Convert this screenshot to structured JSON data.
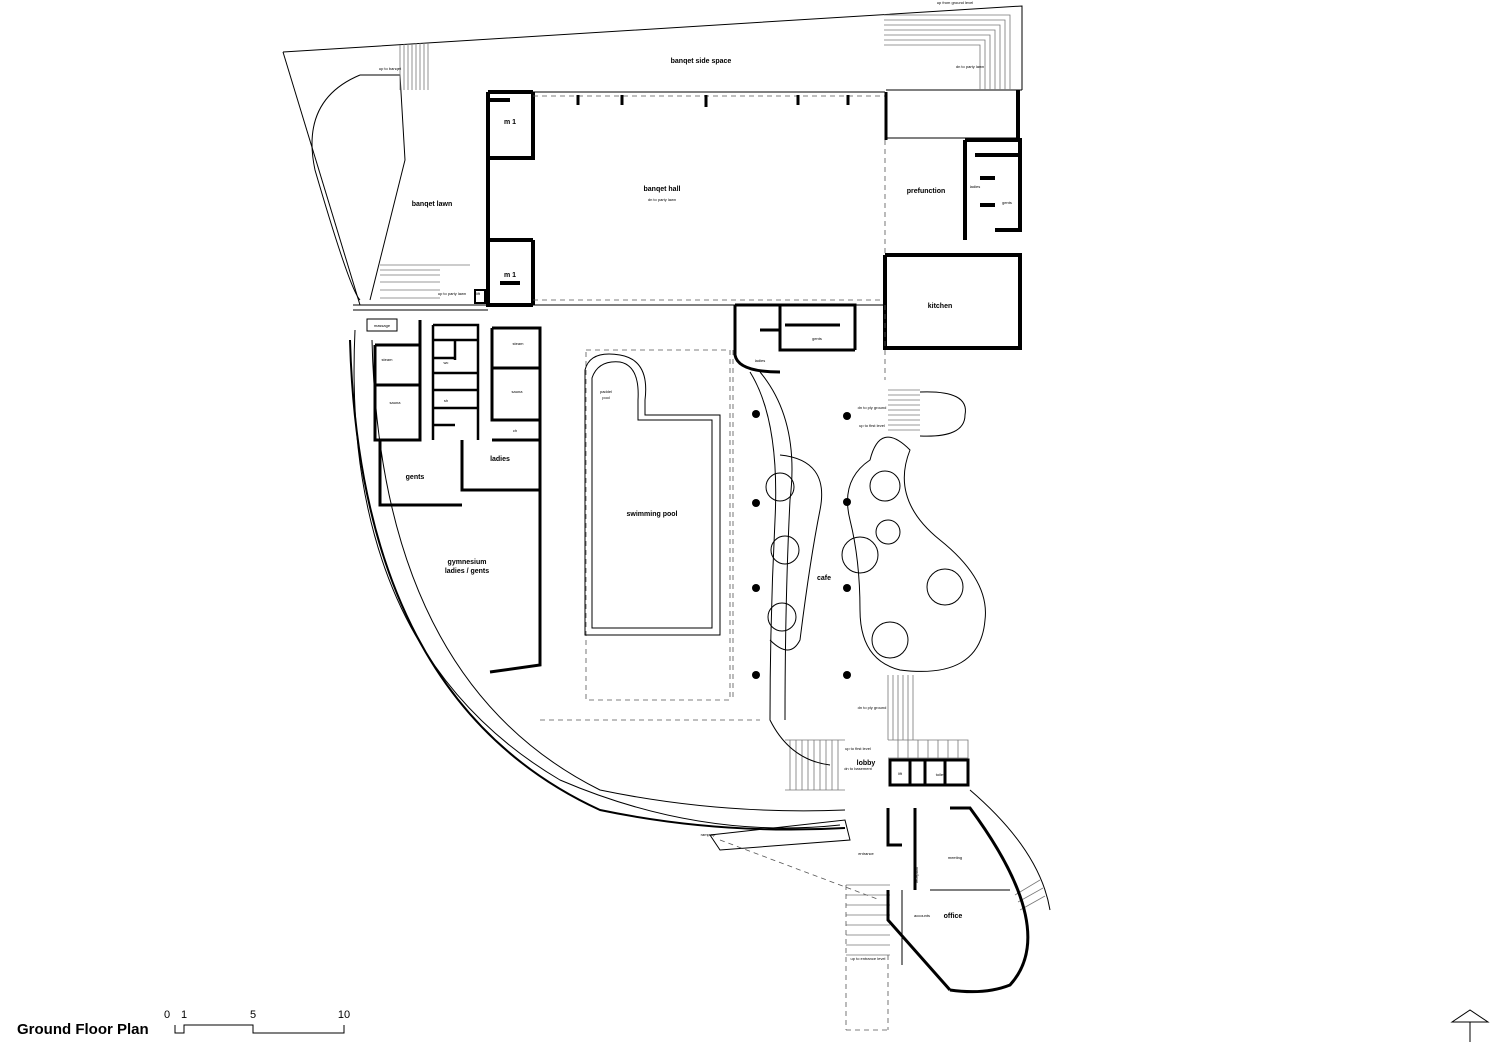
{
  "title": "Ground Floor Plan",
  "scale_bar": [
    "0",
    "1",
    "5",
    "10"
  ],
  "rooms": {
    "banqet_side_space": "banqet side space",
    "banqet_hall": "banqet hall",
    "banqet_hall_note": "dn to party lawn",
    "banqet_lawn": "banqet lawn",
    "m1_top": "m 1",
    "m1_bottom": "m 1",
    "prefunction": "prefunction",
    "pf_ladies": "ladies",
    "pf_gents": "gents",
    "kitchen": "kitchen",
    "lift_top": "lift",
    "massage": "massage",
    "steam_l": "steam",
    "steam_r": "steam",
    "sauna_l": "sauna",
    "sauna_r": "sauna",
    "sh": "sh",
    "wc": "wc",
    "ch": "ch",
    "ladies": "ladies",
    "gents": "gents",
    "gym1": "gymnesium",
    "gym2": "ladies / gents",
    "paddel1": "paddel",
    "paddel2": "pool",
    "swimming_pool": "swimming pool",
    "cafe": "cafe",
    "k_ladies": "ladies",
    "k_gents": "gents",
    "lobby": "lobby",
    "lift_bottom": "lift",
    "toilet": "toilet",
    "entrance": "entrance",
    "reception": "reception",
    "meeting": "meeting",
    "accounts": "accounts",
    "office": "office"
  },
  "notes": {
    "up_to_banqet": "up to banqet",
    "up_from_ground": "up from ground level",
    "dn_to_party_lawn": "dn to party lawn",
    "up_to_party_lawn": "up to party lawn",
    "dn_to_ply_ground_1": "dn to ply ground",
    "up_to_first_level_1": "up to first level",
    "dn_to_ply_ground_2": "dn to ply ground",
    "up_to_first_level_2": "up to first level",
    "dn_to_basement": "dn to basement",
    "ramp_up": "ramp up",
    "up_to_entrance": "up to entrance level"
  }
}
